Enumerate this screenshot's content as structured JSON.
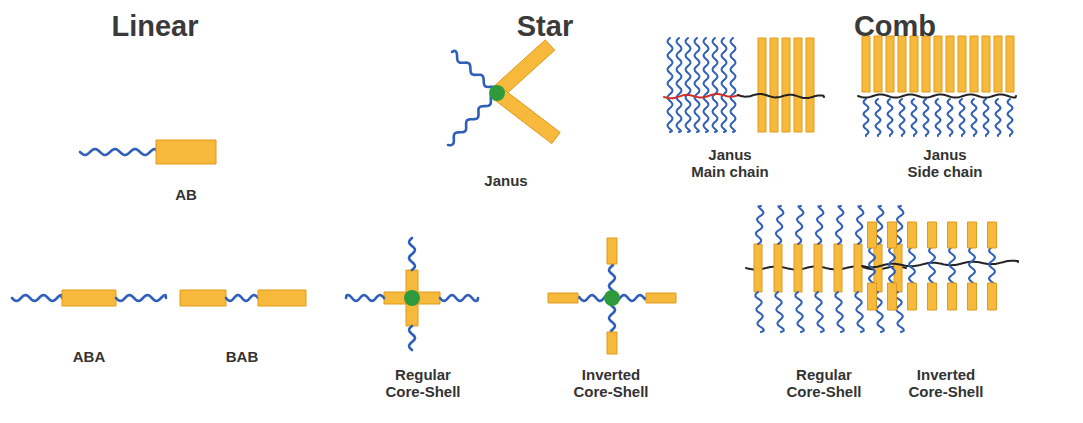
{
  "diagram": {
    "labels": [
      "Linear",
      "Star",
      "Comb",
      "AB",
      "ABA",
      "BAB",
      "Janus",
      "Regular Core-Shell",
      "Inverted Core-Shell",
      "Janus Main chain",
      "Janus Side chain",
      "Regular Core-Shell",
      "Inverted Core-Shell"
    ]
  }
}
